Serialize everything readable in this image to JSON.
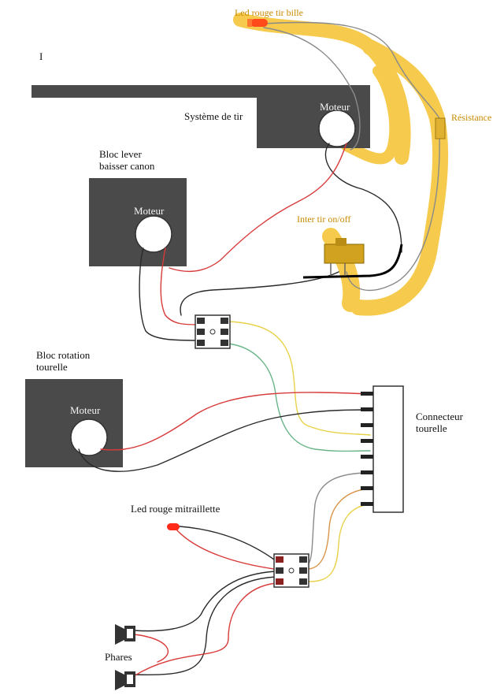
{
  "labels": {
    "led_tir_bille": "Led rouge tir bille",
    "systeme_tir": "Système de tir",
    "moteur": "Moteur",
    "resistance": "Résistance",
    "bloc_lever_1": "Bloc lever",
    "bloc_lever_2": "baisser canon",
    "inter_tir": "Inter tir on/off",
    "bloc_rotation_1": "Bloc rotation",
    "bloc_rotation_2": "tourelle",
    "connecteur_1": "Connecteur",
    "connecteur_2": "tourelle",
    "led_mitraillette": "Led rouge mitraillette",
    "phares": "Phares",
    "cursor_mark": "I"
  },
  "colors": {
    "motor_block": "#4a4a4a",
    "highlight": "#f5c22e",
    "wire_red": "#d83a3a",
    "wire_black": "#2a2a2a",
    "wire_yellow": "#e8d24a",
    "wire_green": "#6ab58a",
    "wire_orange": "#d9944a",
    "wire_gray": "#8a8a8a",
    "led_red": "#ff2a1a"
  },
  "icons": [
    "motor-circle-icon",
    "led-icon",
    "headlight-icon",
    "switch-icon",
    "connector-block-icon",
    "terminal-block-icon"
  ]
}
